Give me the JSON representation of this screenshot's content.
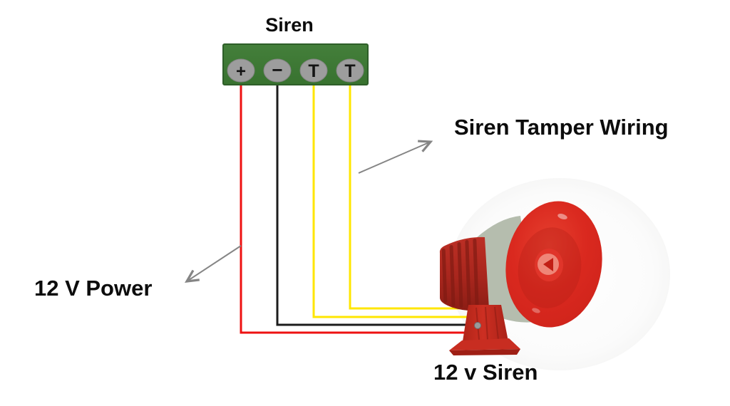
{
  "page": {
    "background_color": "#ffffff",
    "text_color": "#0c0c0c"
  },
  "terminal_block": {
    "title": "Siren",
    "board_color": "#3e7a36",
    "board_border_color": "#2e5e29",
    "terminal_color": "#9d9d9d",
    "terminals": [
      {
        "symbol": "+",
        "wire": "red"
      },
      {
        "symbol": "−",
        "wire": "black"
      },
      {
        "symbol": "T",
        "wire": "yellow"
      },
      {
        "symbol": "T",
        "wire": "yellow"
      }
    ]
  },
  "wires": [
    {
      "name": "positive-12v-red",
      "color": "#ee1111"
    },
    {
      "name": "negative-black",
      "color": "#1c1c1c"
    },
    {
      "name": "tamper-yellow-1",
      "color": "#ffe600"
    },
    {
      "name": "tamper-yellow-2",
      "color": "#ffe600"
    }
  ],
  "annotations": {
    "tamper_label": "Siren Tamper Wiring",
    "power_label": "12 V Power",
    "siren_label": "12 v Siren",
    "arrow_color": "#858585"
  },
  "siren_device": {
    "description": "red 12 volt horn siren on mounting bracket",
    "bell_color": "#da291f",
    "body_color": "#a8261d",
    "throat_color": "#ef8678",
    "rear_flare_color": "#b5bdae",
    "bracket_color": "#c22a1f"
  }
}
